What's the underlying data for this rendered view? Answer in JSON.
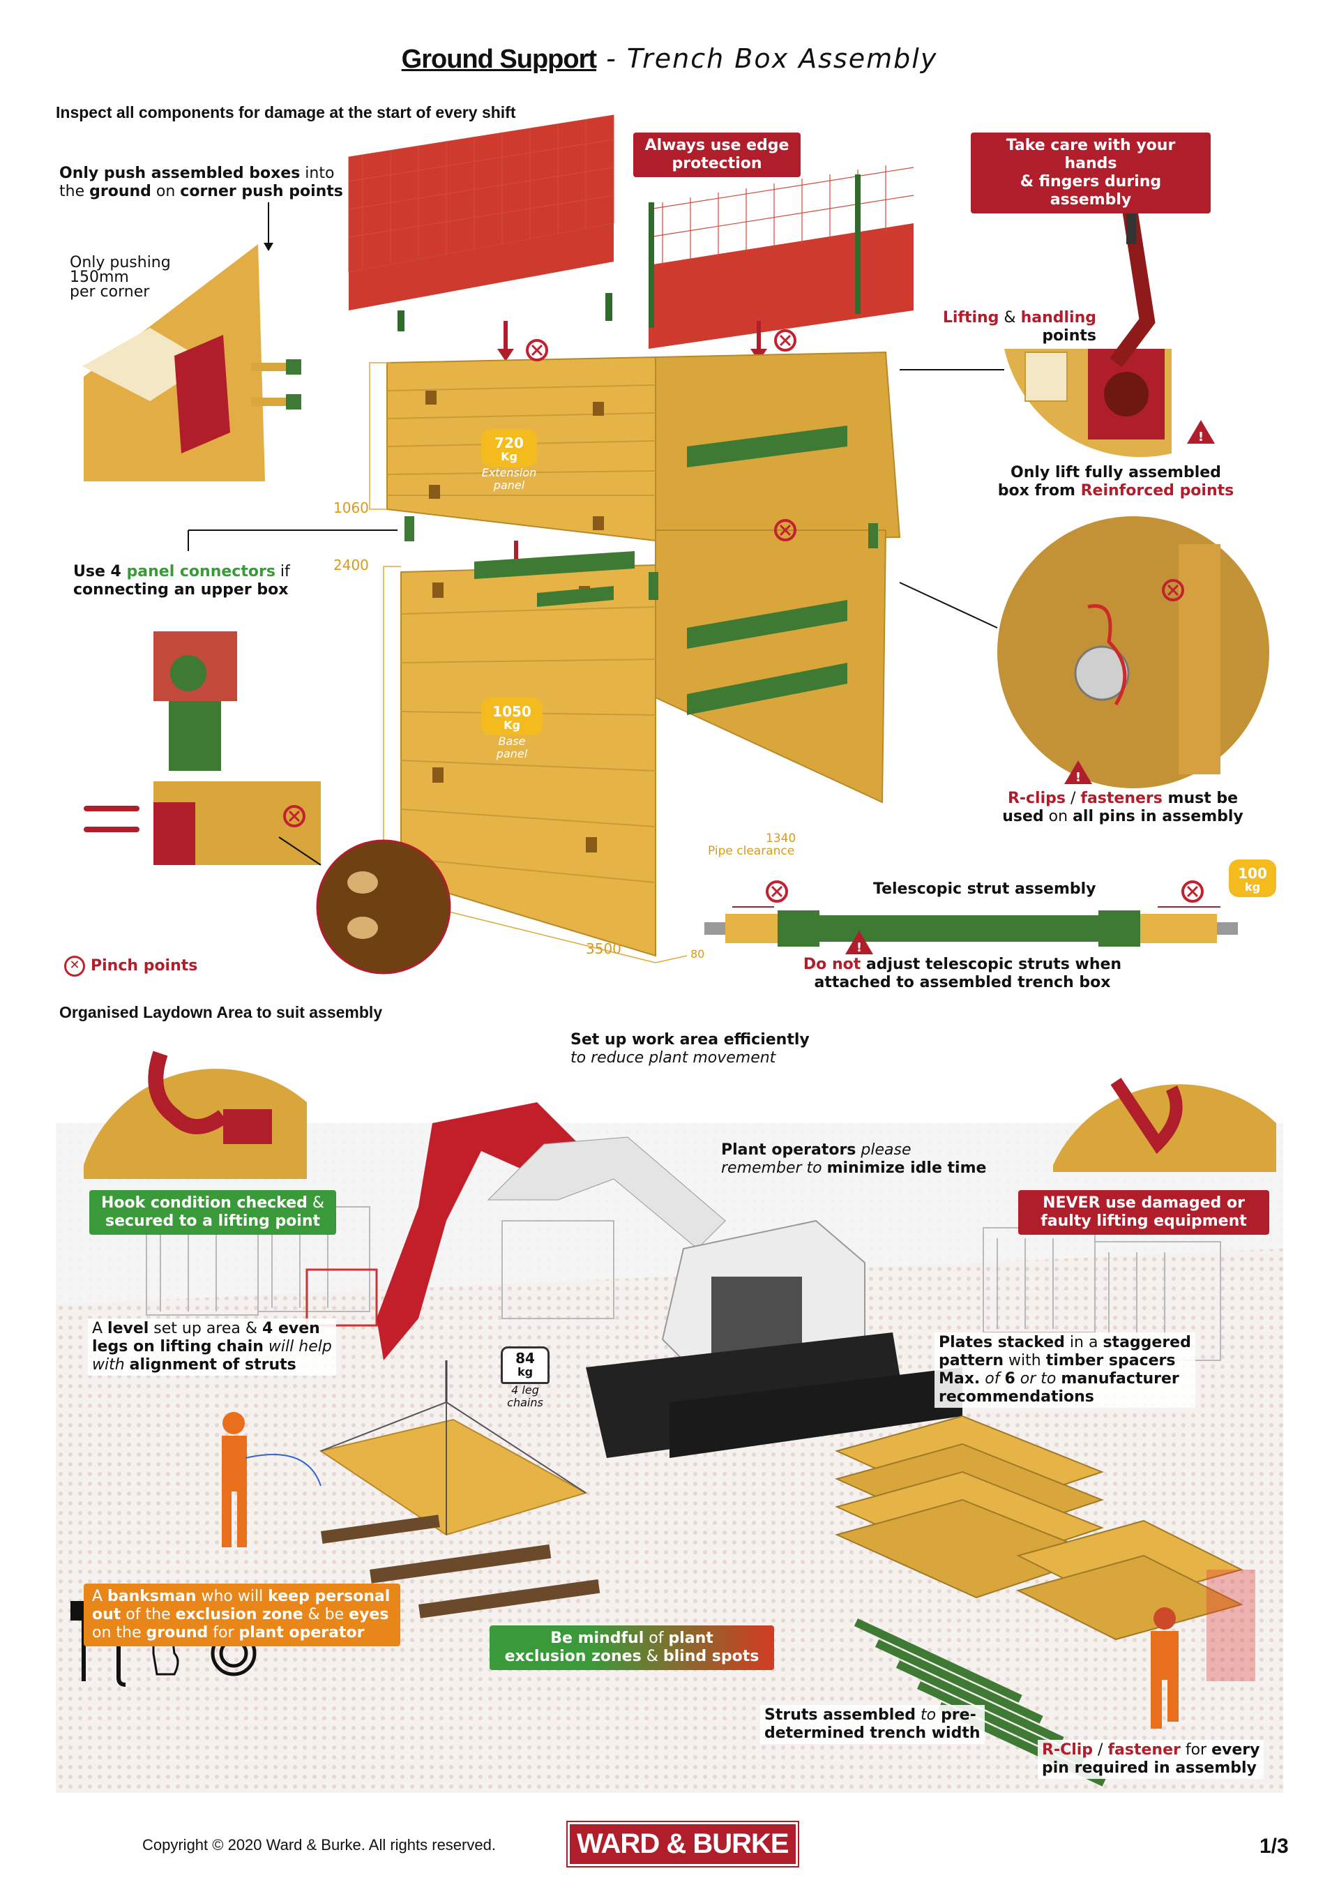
{
  "header": {
    "title_bold": "Ground Support",
    "title_rest": " - Trench Box Assembly",
    "inspect": "Inspect all components for damage at the start of every shift",
    "laydown": "Organised Laydown Area to suit assembly"
  },
  "top_section": {
    "push_points": {
      "a": "Only push assembled boxes",
      "b": " into",
      "c": "the ",
      "d": "ground",
      "e": " on ",
      "f": "corner push points"
    },
    "pushing_note": [
      "Only pushing",
      "150mm",
      "per corner"
    ],
    "edge_protection": [
      "Always use edge",
      "protection"
    ],
    "hands_fingers": [
      "Take care with your hands",
      "& fingers during assembly"
    ],
    "lifting_points": {
      "a": "Lifting",
      "b": " & ",
      "c": "handling",
      "d": "points"
    },
    "lift_assembled": {
      "a": "Only lift fully assembled",
      "b": "box from ",
      "c": "Reinforced points"
    },
    "panel_connectors": {
      "a": "Use 4 ",
      "b": "panel connectors",
      "c": " if",
      "d": "connecting",
      "e": " an upper box"
    },
    "r_clips": {
      "a": "R-clips",
      "b": " / ",
      "c": "fasteners",
      "d": " must be",
      "e": "used",
      "f": " on ",
      "g": "all pins in assembly"
    },
    "pinch_points": "Pinch points",
    "extension_panel": {
      "weight": "720",
      "unit": "Kg",
      "label": "Extension panel"
    },
    "base_panel": {
      "weight": "1050",
      "unit": "Kg",
      "label": "Base panel"
    },
    "dimensions": {
      "d1060": "1060",
      "d2400": "2400",
      "d1340": "1340",
      "pipe": "Pipe clearance",
      "d3500": "3500",
      "d80": "80"
    },
    "telescopic": {
      "title": "Telescopic strut assembly",
      "weight": "100",
      "unit": "kg",
      "warn_a": "Do not",
      "warn_b": " adjust telescopic struts when",
      "warn_c": "attached to assembled trench box"
    }
  },
  "bottom_section": {
    "work_area": {
      "a": "Set up work area efficiently",
      "b": "to reduce plant movement"
    },
    "plant_ops": {
      "a": "Plant operators",
      "b": " please",
      "c": "remember to ",
      "d": "minimize idle time"
    },
    "hook": {
      "a": "Hook condition checked",
      "b": " &",
      "c": "secured to a lifting point"
    },
    "never": [
      "NEVER use damaged or",
      "faulty lifting equipment"
    ],
    "level": {
      "a": "A ",
      "b": "level",
      "c": " set up area & ",
      "d": "4 even",
      "e": "legs on lifting chain",
      "f": " will help",
      "g": "with ",
      "h": "alignment of struts"
    },
    "chains": {
      "weight": "84",
      "unit": "kg",
      "label1": "4 leg",
      "label2": "chains"
    },
    "plates": {
      "a": "Plates stacked",
      "b": " in a ",
      "c": "staggered",
      "d": "pattern",
      "e": " with ",
      "f": "timber spacers",
      "g": "Max.",
      "h": " of ",
      "i": "6",
      "j": " or to ",
      "k": "manufacturer",
      "l": "recommendations"
    },
    "banksman": {
      "a": "A ",
      "b": "banksman",
      "c": " who will ",
      "d": "keep personal",
      "e": "out",
      "f": " of the ",
      "g": "exclusion zone",
      "h": " & be ",
      "i": "eyes",
      "j": "on the ",
      "k": "ground",
      "l": " for ",
      "m": "plant operator"
    },
    "mindful": {
      "a": "Be mindful",
      "b": " of ",
      "c": "plant",
      "d": "exclusion zones",
      "e": " & ",
      "f": "blind spots"
    },
    "struts": {
      "a": "Struts assembled",
      "b": " to ",
      "c": "pre-",
      "d": "determined trench width"
    },
    "rclip": {
      "a": "R-Clip",
      "b": " / ",
      "c": "fastener",
      "d": " for ",
      "e": "every",
      "f": "pin required in assembly"
    }
  },
  "footer": {
    "copyright": "Copyright © 2020 Ward & Burke. All rights reserved.",
    "logo": "WARD & BURKE",
    "page": "1/3"
  },
  "colors": {
    "brand_red": "#b01e2b",
    "panel_yellow": "#e6b446",
    "strut_green": "#3f7a35",
    "accent_orange": "#e8861a"
  }
}
